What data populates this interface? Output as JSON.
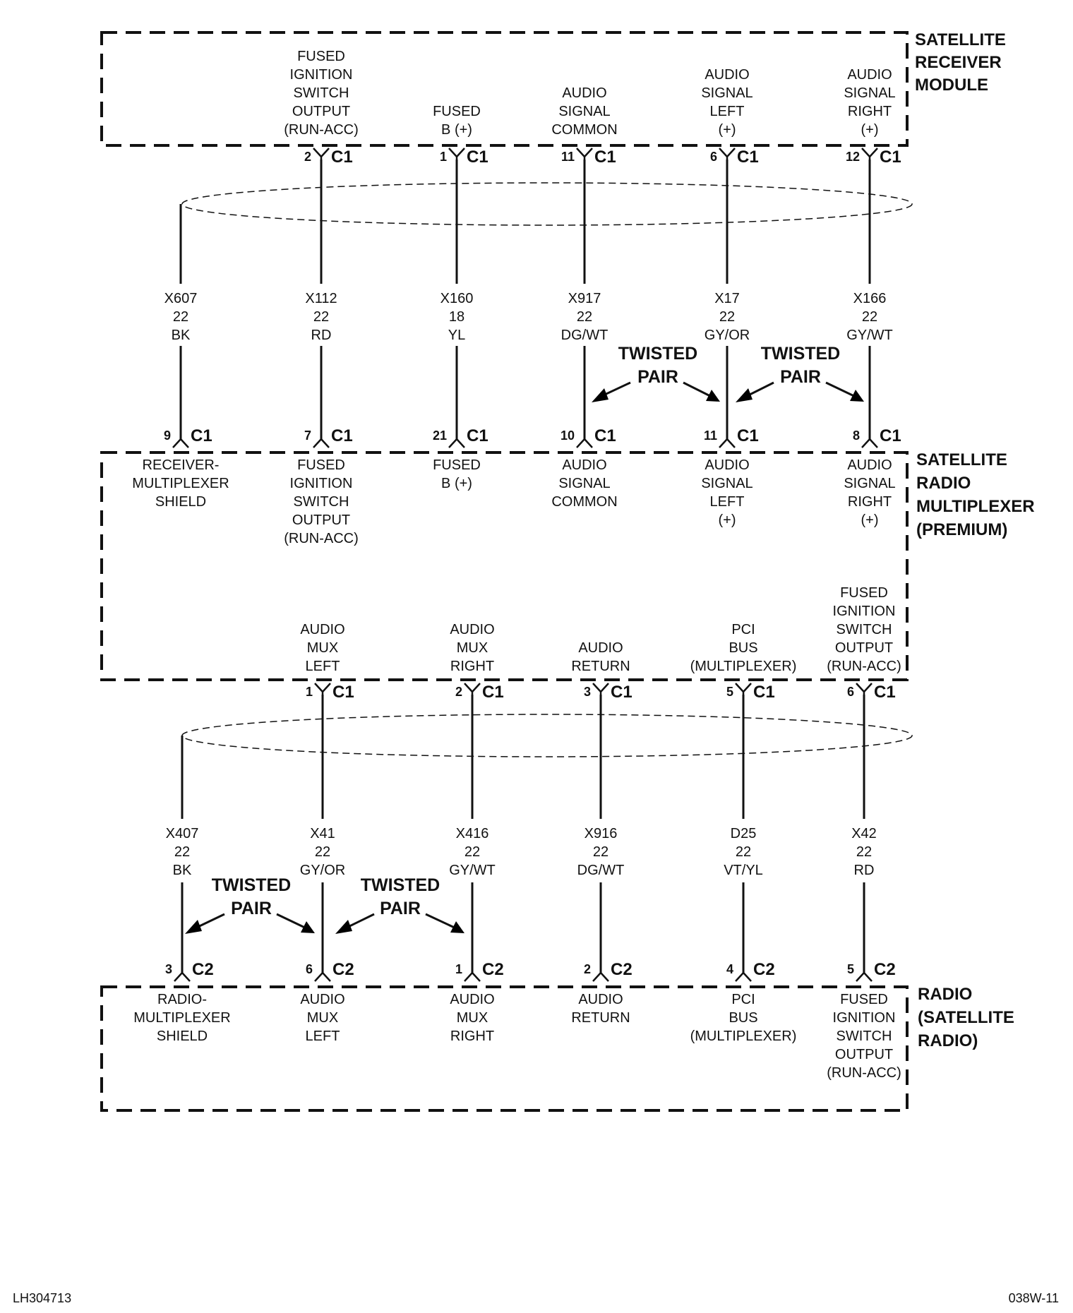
{
  "modules": {
    "receiver": [
      "SATELLITE",
      "RECEIVER",
      "MODULE"
    ],
    "multiplexer": [
      "SATELLITE",
      "RADIO",
      "MULTIPLEXER",
      "(PREMIUM)"
    ],
    "radio": [
      "RADIO",
      "(SATELLITE",
      "RADIO)"
    ]
  },
  "receiver_pins": [
    {
      "label": [
        "FUSED",
        "IGNITION",
        "SWITCH",
        "OUTPUT",
        "(RUN-ACC)"
      ],
      "pin": "2",
      "connector": "C1"
    },
    {
      "label": [
        "FUSED",
        "B (+)"
      ],
      "pin": "1",
      "connector": "C1"
    },
    {
      "label": [
        "AUDIO",
        "SIGNAL",
        "COMMON"
      ],
      "pin": "11",
      "connector": "C1"
    },
    {
      "label": [
        "AUDIO",
        "SIGNAL",
        "LEFT",
        "(+)"
      ],
      "pin": "6",
      "connector": "C1"
    },
    {
      "label": [
        "AUDIO",
        "SIGNAL",
        "RIGHT",
        "(+)"
      ],
      "pin": "12",
      "connector": "C1"
    }
  ],
  "upper_wires": [
    {
      "circuit": "X607",
      "gauge": "22",
      "color": "BK"
    },
    {
      "circuit": "X112",
      "gauge": "22",
      "color": "RD"
    },
    {
      "circuit": "X160",
      "gauge": "18",
      "color": "YL"
    },
    {
      "circuit": "X917",
      "gauge": "22",
      "color": "DG/WT"
    },
    {
      "circuit": "X17",
      "gauge": "22",
      "color": "GY/OR"
    },
    {
      "circuit": "X166",
      "gauge": "22",
      "color": "GY/WT"
    }
  ],
  "mux_upper_pins": [
    {
      "label": [
        "RECEIVER-",
        "MULTIPLEXER",
        "SHIELD"
      ],
      "pin": "9",
      "connector": "C1"
    },
    {
      "label": [
        "FUSED",
        "IGNITION",
        "SWITCH",
        "OUTPUT",
        "(RUN-ACC)"
      ],
      "pin": "7",
      "connector": "C1"
    },
    {
      "label": [
        "FUSED",
        "B (+)"
      ],
      "pin": "21",
      "connector": "C1"
    },
    {
      "label": [
        "AUDIO",
        "SIGNAL",
        "COMMON"
      ],
      "pin": "10",
      "connector": "C1"
    },
    {
      "label": [
        "AUDIO",
        "SIGNAL",
        "LEFT",
        "(+)"
      ],
      "pin": "11",
      "connector": "C1"
    },
    {
      "label": [
        "AUDIO",
        "SIGNAL",
        "RIGHT",
        "(+)"
      ],
      "pin": "8",
      "connector": "C1"
    }
  ],
  "mux_lower_pins": [
    {
      "label": [
        "AUDIO",
        "MUX",
        "LEFT"
      ],
      "pin": "1",
      "connector": "C1"
    },
    {
      "label": [
        "AUDIO",
        "MUX",
        "RIGHT"
      ],
      "pin": "2",
      "connector": "C1"
    },
    {
      "label": [
        "AUDIO",
        "RETURN"
      ],
      "pin": "3",
      "connector": "C1"
    },
    {
      "label": [
        "PCI",
        "BUS",
        "(MULTIPLEXER)"
      ],
      "pin": "5",
      "connector": "C1"
    },
    {
      "label": [
        "FUSED",
        "IGNITION",
        "SWITCH",
        "OUTPUT",
        "(RUN-ACC)"
      ],
      "pin": "6",
      "connector": "C1"
    }
  ],
  "lower_wires": [
    {
      "circuit": "X407",
      "gauge": "22",
      "color": "BK"
    },
    {
      "circuit": "X41",
      "gauge": "22",
      "color": "GY/OR"
    },
    {
      "circuit": "X416",
      "gauge": "22",
      "color": "GY/WT"
    },
    {
      "circuit": "X916",
      "gauge": "22",
      "color": "DG/WT"
    },
    {
      "circuit": "D25",
      "gauge": "22",
      "color": "VT/YL"
    },
    {
      "circuit": "X42",
      "gauge": "22",
      "color": "RD"
    }
  ],
  "radio_pins": [
    {
      "label": [
        "RADIO-",
        "MULTIPLEXER",
        "SHIELD"
      ],
      "pin": "3",
      "connector": "C2"
    },
    {
      "label": [
        "AUDIO",
        "MUX",
        "LEFT"
      ],
      "pin": "6",
      "connector": "C2"
    },
    {
      "label": [
        "AUDIO",
        "MUX",
        "RIGHT"
      ],
      "pin": "1",
      "connector": "C2"
    },
    {
      "label": [
        "AUDIO",
        "RETURN"
      ],
      "pin": "2",
      "connector": "C2"
    },
    {
      "label": [
        "PCI",
        "BUS",
        "(MULTIPLEXER)"
      ],
      "pin": "4",
      "connector": "C2"
    },
    {
      "label": [
        "FUSED",
        "IGNITION",
        "SWITCH",
        "OUTPUT",
        "(RUN-ACC)"
      ],
      "pin": "5",
      "connector": "C2"
    }
  ],
  "twisted_pair_label": [
    "TWISTED",
    "PAIR"
  ],
  "footer": {
    "left": "LH304713",
    "right": "038W-11"
  }
}
